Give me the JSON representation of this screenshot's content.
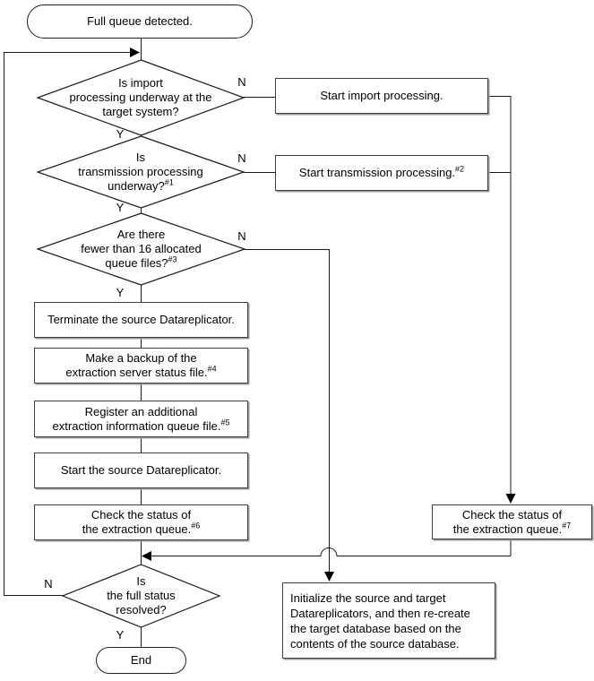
{
  "nodes": {
    "start": {
      "label": "Full queue detected."
    },
    "d1": {
      "label": "Is import\nprocessing underway at the\ntarget system?"
    },
    "start_import": {
      "label": "Start import processing."
    },
    "d2": {
      "label": "Is\ntransmission processing\nunderway?",
      "sup": "#1"
    },
    "start_transmission": {
      "label": "Start transmission processing.",
      "sup": "#2"
    },
    "d3": {
      "label": "Are there\nfewer than 16 allocated\nqueue files?",
      "sup": "#3"
    },
    "terminate": {
      "label": "Terminate the source Datareplicator."
    },
    "backup": {
      "label": "Make a backup of the\nextraction server status file.",
      "sup": "#4"
    },
    "register": {
      "label": "Register an additional\nextraction information queue file.",
      "sup": "#5"
    },
    "start_source": {
      "label": "Start the source Datareplicator."
    },
    "check6": {
      "label": "Check the status of\nthe extraction queue.",
      "sup": "#6"
    },
    "check7": {
      "label": "Check the status of\nthe extraction queue.",
      "sup": "#7"
    },
    "d4": {
      "label": "Is\nthe full status\nresolved?"
    },
    "end": {
      "label": "End"
    },
    "initialize": {
      "label": "Initialize the source and target\nDatareplicators, and then re-create\nthe target database based on the\ncontents of the source database."
    }
  },
  "branch_labels": {
    "yes": "Y",
    "no": "N"
  },
  "colors": {
    "line": "#1a1a1a",
    "box_border": "#3f3f3f",
    "box_shadow": "#9a9a9a",
    "text": "#000000",
    "background": "#ffffff"
  }
}
